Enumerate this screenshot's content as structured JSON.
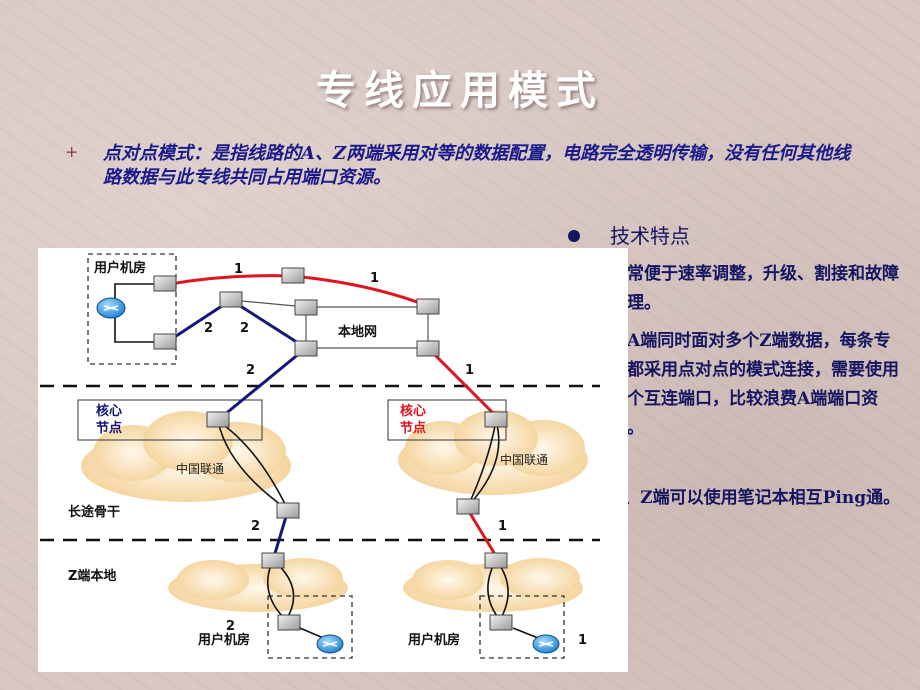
{
  "slide": {
    "title": "专线应用模式",
    "bullet_mark": "+",
    "bullet_text": "点对点模式：是指线路的A、Z两端采用对等的数据配置，电路完全透明传输，没有任何其他线路数据与此专线共同占用端口资源。"
  },
  "features": {
    "heading": "技术特点",
    "items": [
      {
        "arrow": "➢",
        "text": "非常便于速率调整，升级、割接和故障处理。"
      },
      {
        "arrow": "➢",
        "text": "若A端同时面对多个Z端数据，每条专线都采用点对点的模式连接，需要使用多个互连端口，比较浪费A端端口资源。"
      },
      {
        "arrow": "➢",
        "text": "A、Z端可以使用笔记本相互Ping通。"
      }
    ]
  },
  "diagram": {
    "labels": {
      "user_room_top": "用户机房",
      "local_net": "本地网",
      "core_left": "核心\n节点",
      "core_right": "核心\n节点",
      "cloud_left": "中国联通",
      "cloud_right": "中国联通",
      "long_backbone": "长途骨干",
      "z_local": "Z端本地",
      "user_room_bl": "用户机房",
      "user_room_br": "用户机房"
    },
    "line_numbers": {
      "red_top_1": "1",
      "red_top_2": "1",
      "red_right": "1",
      "red_lower": "1",
      "br_corner": "1",
      "blue_1": "2",
      "blue_2": "2",
      "blue_3": "2",
      "blue_4": "2",
      "bl_corner": "2"
    },
    "colors": {
      "red_line": "#e0141e",
      "blue_line": "#14147a",
      "cloud": "#f5d9a6"
    }
  }
}
